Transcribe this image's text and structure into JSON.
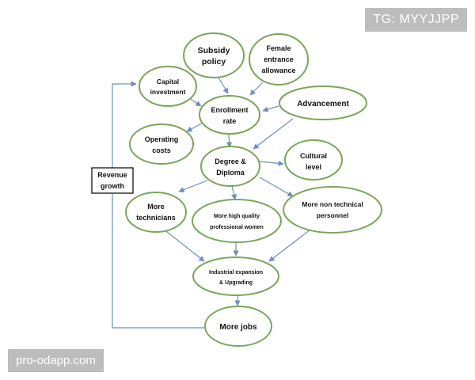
{
  "watermarks": {
    "top_right": "TG: MYYJJPP",
    "bottom_left": "pro-odapp.com"
  },
  "nodes": {
    "subsidy_policy": [
      "Subsidy",
      "policy"
    ],
    "female_allowance": [
      "Female",
      "entrance",
      "allowance"
    ],
    "capital_investment": [
      "Capital",
      "investment"
    ],
    "enrollment_rate": [
      "Enrollment",
      "rate"
    ],
    "advancement": [
      "Advancement"
    ],
    "operating_costs": [
      "Operating",
      "costs"
    ],
    "degree_diploma": [
      "Degree &",
      "Diploma"
    ],
    "cultural_level": [
      "Cultural",
      "level"
    ],
    "revenue_growth": [
      "Revenue",
      "growth"
    ],
    "more_technicians": [
      "More",
      "technicians"
    ],
    "professional_women": [
      "More high quality",
      "professional women"
    ],
    "non_technical": [
      "More non technical",
      "personnel"
    ],
    "industrial_expansion": [
      "Industrial expansion",
      "& Upgrading"
    ],
    "more_jobs": [
      "More jobs"
    ]
  }
}
